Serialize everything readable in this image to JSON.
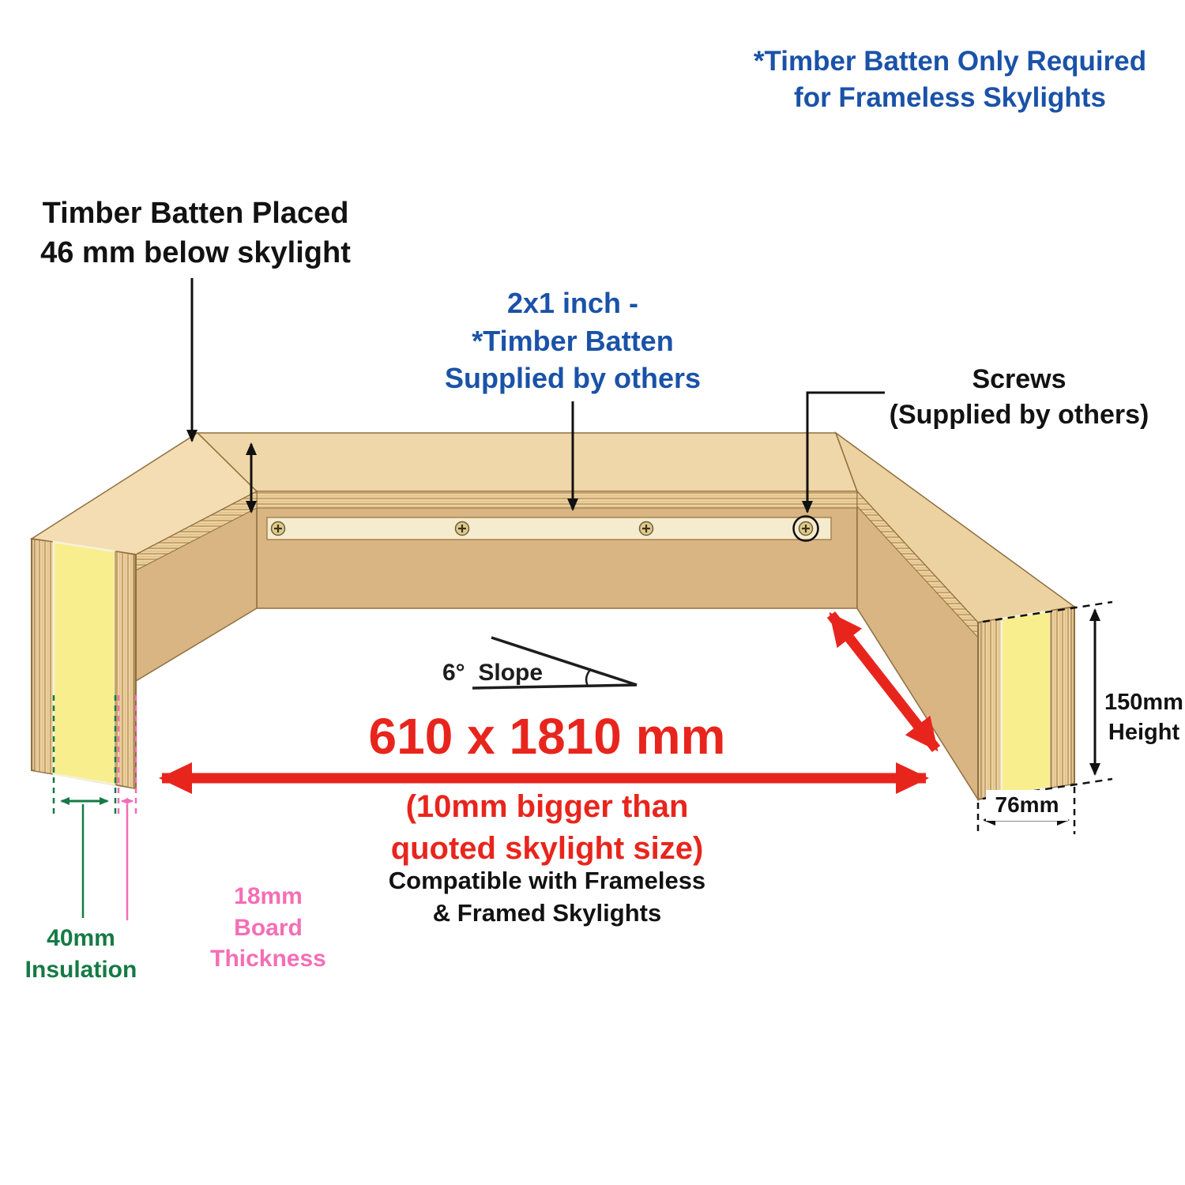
{
  "diagram_title": "Skylight timber upstand installation diagram",
  "labels": {
    "top_right_note": [
      "*Timber Batten Only Required",
      "for Frameless Skylights"
    ],
    "batten_placed": [
      "Timber Batten Placed",
      "46 mm below skylight"
    ],
    "timber_batten": [
      "2x1 inch -",
      "*Timber Batten",
      "Supplied by others"
    ],
    "screws": [
      "Screws",
      "(Supplied by others)"
    ],
    "slope": "6°  Slope",
    "opening_size": "610 x 1810 mm",
    "opening_note": [
      "(10mm bigger than",
      "quoted skylight size)"
    ],
    "compatibility": [
      "Compatible with Frameless",
      "& Framed Skylights"
    ],
    "height": [
      "150mm",
      "Height"
    ],
    "width": "76mm",
    "insulation": [
      "40mm",
      "Insulation"
    ],
    "board_thickness": [
      "18mm",
      "Board",
      "Thickness"
    ]
  },
  "values": {
    "opening_mm": "610 x 1810",
    "upstand_height_mm": "150",
    "upstand_wall_width_mm": "76",
    "insulation_mm": "40",
    "board_thickness_mm": "18",
    "batten_offset_below_skylight_mm": "46",
    "slope_degrees": "6",
    "batten_size_inches": "2x1"
  },
  "colors": {
    "accent_red": "#e8251d",
    "note_blue": "#1a52a8",
    "insulation_green": "#157a45",
    "board_pink": "#f46eb5",
    "wood_light": "#f1d9ac",
    "wood_mid": "#d8b381",
    "insulation_yellow": "#f8ee8e"
  }
}
